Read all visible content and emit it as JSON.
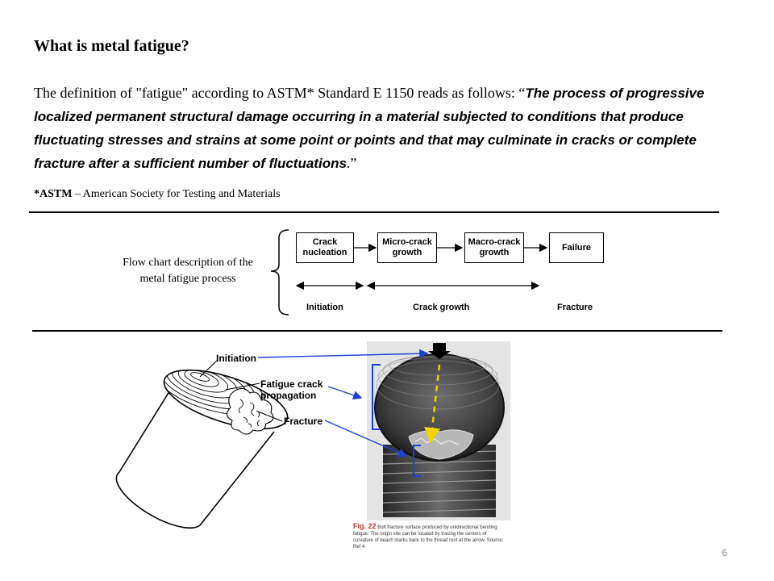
{
  "slide": {
    "title": "What is metal fatigue?",
    "definition_intro": "The definition of \"fatigue\" according to ASTM* Standard E 1150 reads as follows: “",
    "definition_quote": "The process of progressive localized permanent structural damage occurring in a material subjected to conditions that produce fluctuating stresses and strains at some point or points and that may culminate in cracks or complete fracture after a sufficient number of fluctuations",
    "definition_outro": ".”",
    "footnote_abbr": "*ASTM",
    "footnote_rest": " – American Society for Testing and Materials",
    "page_number": "6"
  },
  "flowchart": {
    "label": "Flow chart description of the metal fatigue process",
    "boxes": [
      "Crack nucleation",
      "Micro-crack growth",
      "Macro-crack growth",
      "Failure"
    ],
    "stages": [
      "Initiation",
      "Crack growth",
      "Fracture"
    ]
  },
  "sketch": {
    "labels": [
      "Initiation",
      "Fatigue crack propagation",
      "Fracture"
    ]
  },
  "photo": {
    "fig_label": "Fig. 22",
    "caption": "Bolt fracture surface produced by unidirectional bending fatigue. The origin site can be located by tracing the centers of curvature of beach marks back to the thread root at the arrow. Source: Ref 4"
  },
  "colors": {
    "annotation_blue": "#1f3fd6",
    "dashed_arrow": "#f2d200",
    "fig_red": "#c0392b",
    "page_number": "#8a8a8a"
  }
}
